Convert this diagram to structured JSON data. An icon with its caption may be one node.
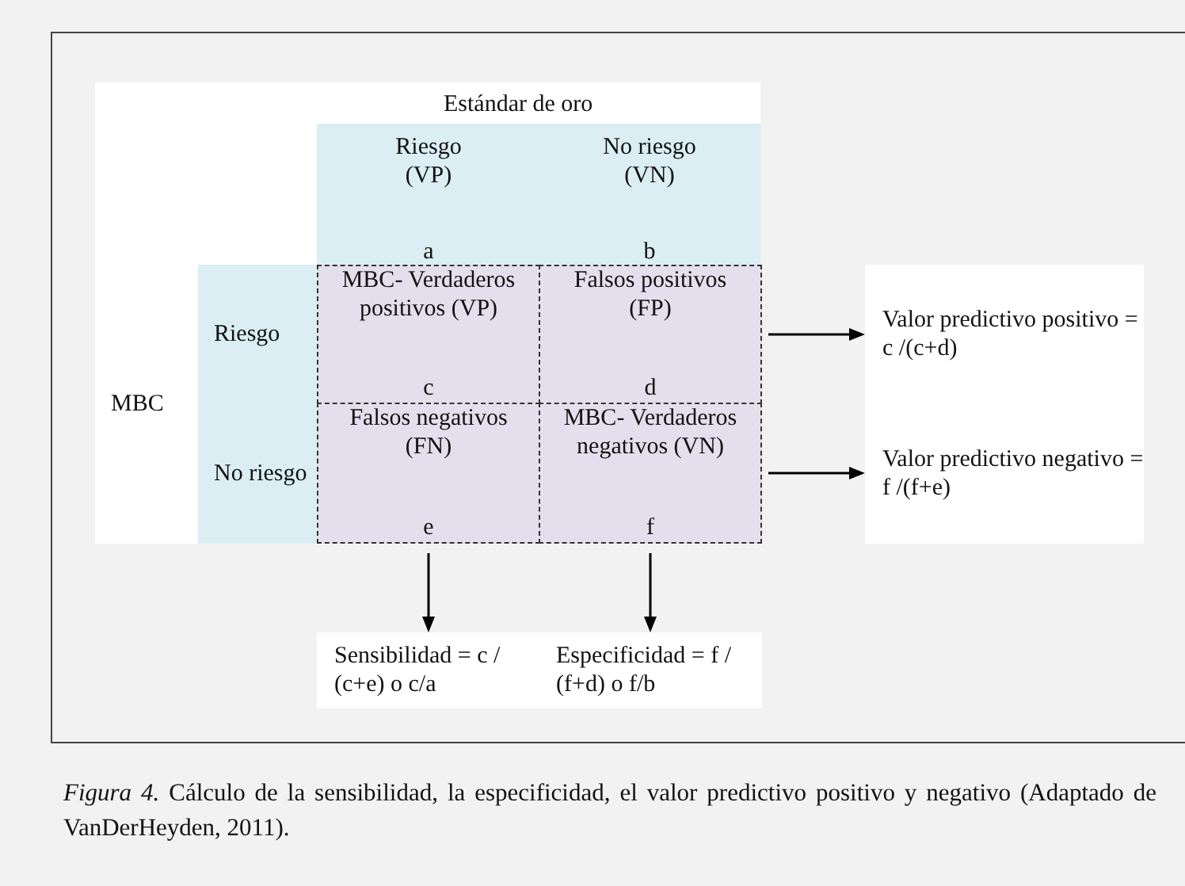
{
  "diagram": {
    "caption": "*Figura 4.* Cálculo de la sensibilidad, la especificidad, el valor predictivo positivo y negativo (Adaptado de VanDerHeyden, 2011).",
    "nodes": [
      {
        "text": [
          "Riesgo (VP)",
          "a"
        ]
      },
      {
        "text": [
          "No riesgo (VN)",
          "b"
        ]
      },
      {
        "text": [
          "Riesgo"
        ]
      },
      {
        "text": [
          "No riesgo"
        ]
      },
      {
        "text": [
          "MBC- Verdaderos positivos (VP)",
          "c"
        ]
      },
      {
        "text": [
          "Falsos positivos (FP)",
          "d"
        ]
      },
      {
        "text": [
          "Falsos negativos (FN)",
          "e"
        ]
      },
      {
        "text": [
          "MBC- Verdaderos negativos (VN)",
          "f"
        ]
      },
      {
        "text": [
          "Valor predictivo positivo = c /(c+d)"
        ]
      },
      {
        "text": [
          "Valor predictivo negativo = f /(f+e)"
        ]
      },
      {
        "text": [
          "Sensibilidad = c / (c+e) o c/a"
        ]
      },
      {
        "text": [
          "Especificidad = f / (f+d) o f/b"
        ]
      }
    ],
    "edges": [
      {
        "from": 5,
        "to": 8,
        "arrow": "to"
      },
      {
        "from": 7,
        "to": 9,
        "arrow": "to"
      },
      {
        "from": 6,
        "to": 10,
        "arrow": "to"
      },
      {
        "from": 7,
        "to": 11,
        "arrow": "to"
      }
    ],
    "labels": [
      "Estándar de oro",
      "MBC"
    ]
  }
}
